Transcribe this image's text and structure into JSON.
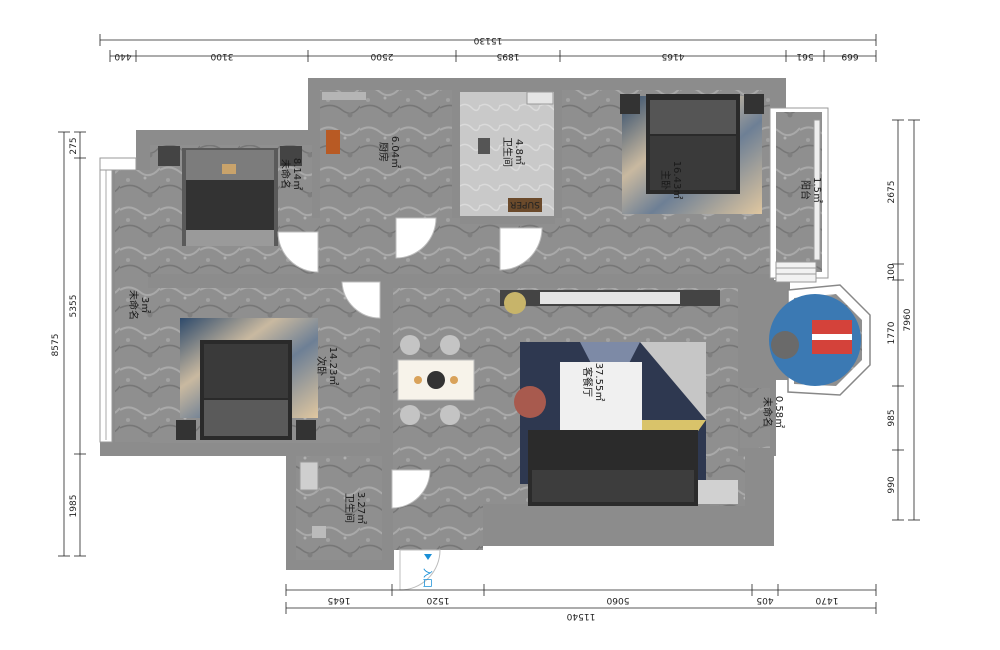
{
  "floorplan": {
    "rooms": [
      {
        "id": "bedroom-unnamed",
        "name": "未命名",
        "area": "8.14㎡"
      },
      {
        "id": "kitchen",
        "name": "厨房",
        "area": "6.04㎡"
      },
      {
        "id": "bathroom-top",
        "name": "卫生间",
        "area": "4.8㎡"
      },
      {
        "id": "master-bedroom",
        "name": "主卧",
        "area": "16.43㎡"
      },
      {
        "id": "balcony",
        "name": "阳台",
        "area": "1.5㎡"
      },
      {
        "id": "storage-left",
        "name": "未命名",
        "area": "3㎡"
      },
      {
        "id": "second-bedroom",
        "name": "次卧",
        "area": "14.23㎡"
      },
      {
        "id": "living-dining",
        "name": "客餐厅",
        "area": "37.55㎡"
      },
      {
        "id": "storage-small",
        "name": "未命名",
        "area": "0.58㎡"
      },
      {
        "id": "bathroom-bottom",
        "name": "卫生间",
        "area": "3.27㎡"
      }
    ],
    "entrance_label": "入口",
    "bath_mat_text": "SUPER",
    "dimensions": {
      "top_total": "15130",
      "top_segments": [
        "440",
        "3100",
        "2500",
        "1895",
        "4165",
        "561",
        "669"
      ],
      "bottom_total": "11540",
      "bottom_segments": [
        "1645",
        "1520",
        "5060",
        "405",
        "1470"
      ],
      "left_total": "8575",
      "left_segments": [
        "275",
        "5355",
        "1985"
      ],
      "right_total": "7960",
      "right_segments": [
        "2675",
        "100",
        "1770",
        "985",
        "990"
      ]
    }
  }
}
